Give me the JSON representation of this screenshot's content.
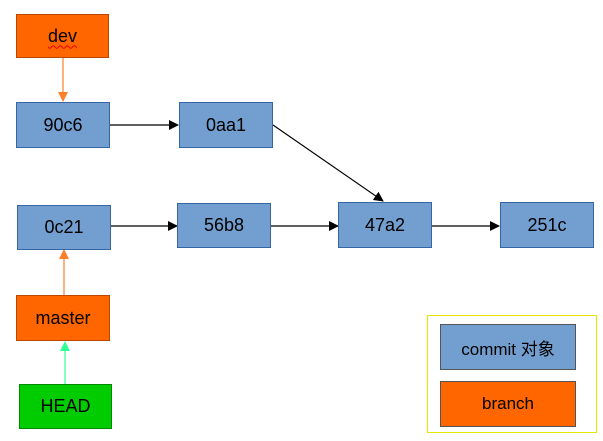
{
  "colors": {
    "commit_fill": "#729fcf",
    "branch_fill": "#ff6600",
    "head_fill": "#00cc00",
    "branch_arrow": "#ff7f2a",
    "head_arrow": "#33ff99",
    "commit_arrow": "#000000",
    "legend_border": "#e6e600"
  },
  "nodes": {
    "dev": "dev",
    "c90c6": "90c6",
    "c0aa1": "0aa1",
    "c0c21": "0c21",
    "c56b8": "56b8",
    "c47a2": "47a2",
    "c251c": "251c",
    "master": "master",
    "head": "HEAD"
  },
  "legend": {
    "commit": "commit 对象",
    "branch": "branch"
  }
}
